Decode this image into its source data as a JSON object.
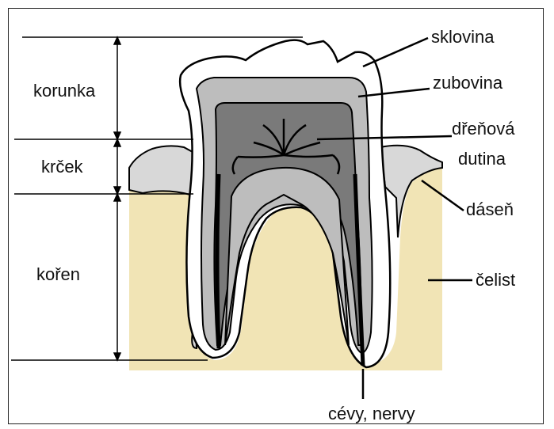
{
  "left_labels": {
    "crown": "korunka",
    "neck": "krček",
    "root": "kořen"
  },
  "right_labels": {
    "enamel": "sklovina",
    "dentin": "zubovina",
    "pulp_line1": "dřeňová",
    "pulp_line2": "dutina",
    "gum": "dáseň",
    "jaw": "čelist",
    "vessels": "cévy, nervy"
  },
  "colors": {
    "jaw": "#f1e4b5",
    "gum": "#d8d8d8",
    "enamel": "#ffffff",
    "dentin": "#bdbdbd",
    "pulp": "#7a7a7a",
    "outline": "#000000"
  }
}
